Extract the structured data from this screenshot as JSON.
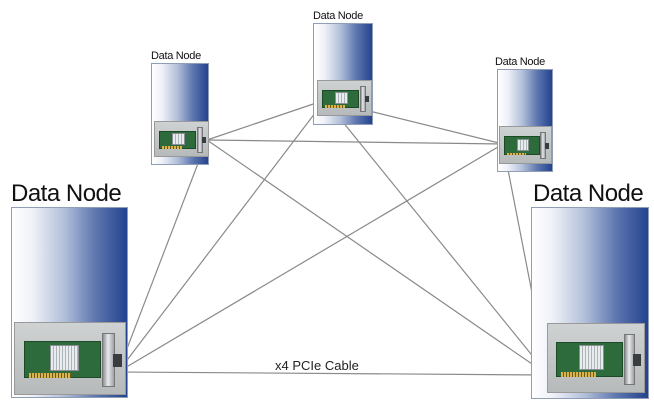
{
  "nodes": [
    {
      "id": "top-left",
      "label": "Data Node"
    },
    {
      "id": "top-center",
      "label": "Data Node"
    },
    {
      "id": "top-right",
      "label": "Data Node"
    },
    {
      "id": "bottom-left",
      "label": "Data Node"
    },
    {
      "id": "bottom-right",
      "label": "Data Node"
    }
  ],
  "cable": {
    "label": "x4 PCIe Cable",
    "color": "#8a8a8a"
  },
  "colors": {
    "server_dark": "#24438f",
    "server_light": "#ffffff",
    "pcb": "#2d6a3c"
  },
  "links": [
    [
      "top-left",
      "top-center"
    ],
    [
      "top-left",
      "top-right"
    ],
    [
      "top-left",
      "bottom-left"
    ],
    [
      "top-left",
      "bottom-right"
    ],
    [
      "top-center",
      "top-right"
    ],
    [
      "top-center",
      "bottom-left"
    ],
    [
      "top-center",
      "bottom-right"
    ],
    [
      "top-right",
      "bottom-left"
    ],
    [
      "top-right",
      "bottom-right"
    ],
    [
      "bottom-left",
      "bottom-right"
    ]
  ]
}
